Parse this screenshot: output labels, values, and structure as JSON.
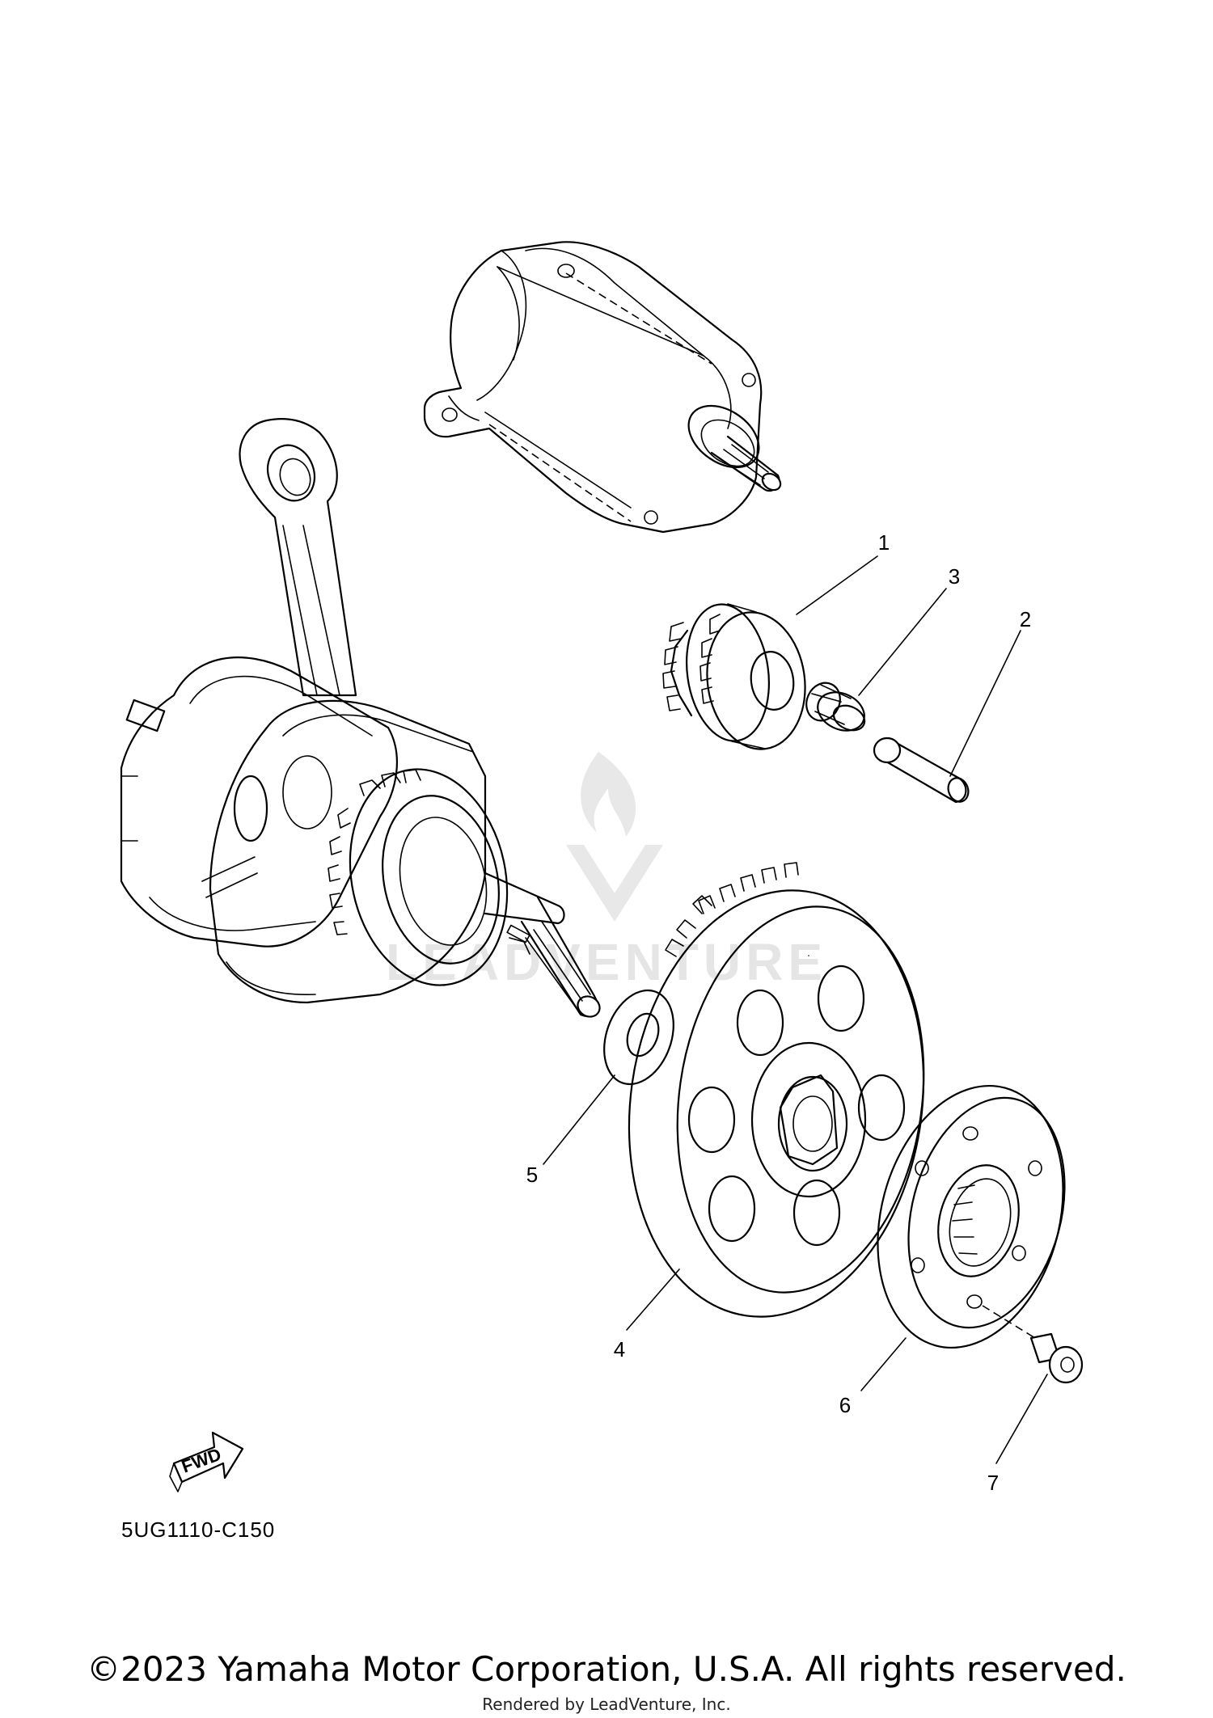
{
  "diagram": {
    "code": "5UG1110-C150",
    "fwd_label": "FWD",
    "callouts": [
      "1",
      "2",
      "3",
      "4",
      "5",
      "6",
      "7"
    ]
  },
  "watermark": {
    "text": "LEADVENTURE"
  },
  "footer": {
    "copyright": "©2023 Yamaha Motor Corporation, U.S.A. All rights reserved.",
    "rendered_by": "Rendered by LeadVenture, Inc."
  },
  "icons": [
    "fwd-arrow-icon",
    "leadventure-logo-icon"
  ]
}
